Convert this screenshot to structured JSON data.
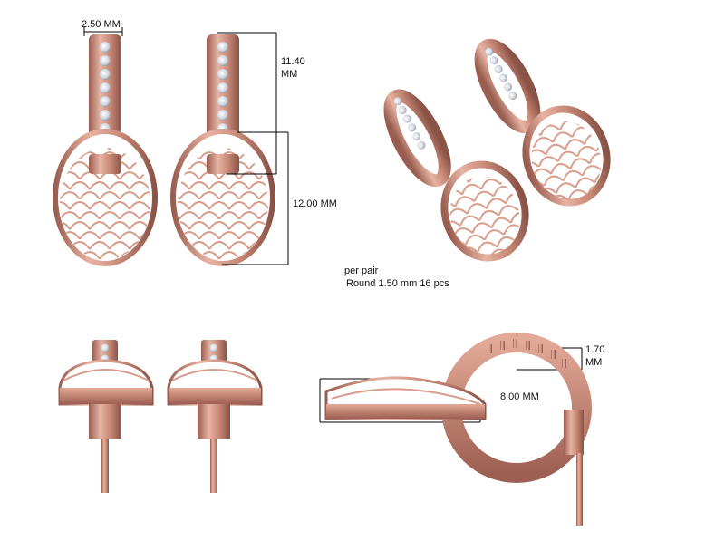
{
  "dimensions": {
    "hoop_width": "2.50 MM",
    "hoop_height_value": "11.40",
    "hoop_height_unit": "MM",
    "drop_height": "12.00 MM",
    "stud_thickness_value": "1.70",
    "stud_thickness_unit": "MM",
    "ring_width": "8.00 MM"
  },
  "notes": {
    "line1": "per pair",
    "line2": "Round 1.50 mm 16 pcs"
  },
  "colors": {
    "rose_gold": "#c98a78",
    "rose_gold_dark": "#8a5347",
    "rose_gold_light": "#f2cfc3",
    "enamel": "#ffffff",
    "diamond": "#e6e9ef",
    "dimension_line": "#000000"
  }
}
